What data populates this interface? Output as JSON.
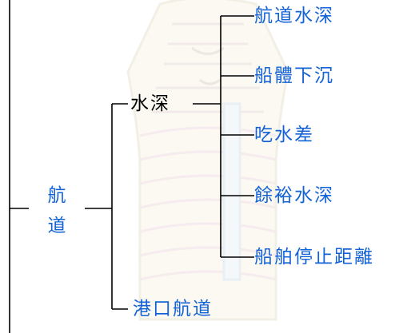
{
  "colors": {
    "primary_text": "#1463d6",
    "secondary_text": "#000000",
    "lines": "#000000"
  },
  "root": {
    "char1": "航",
    "char2": "道"
  },
  "branches": {
    "depth": "水深",
    "port_channel": "港口航道"
  },
  "depth_items": [
    {
      "label": "航道水深"
    },
    {
      "label": "船體下沉"
    },
    {
      "label": "吃水差"
    },
    {
      "label": "餘裕水深"
    },
    {
      "label": "船舶停止距離"
    }
  ]
}
